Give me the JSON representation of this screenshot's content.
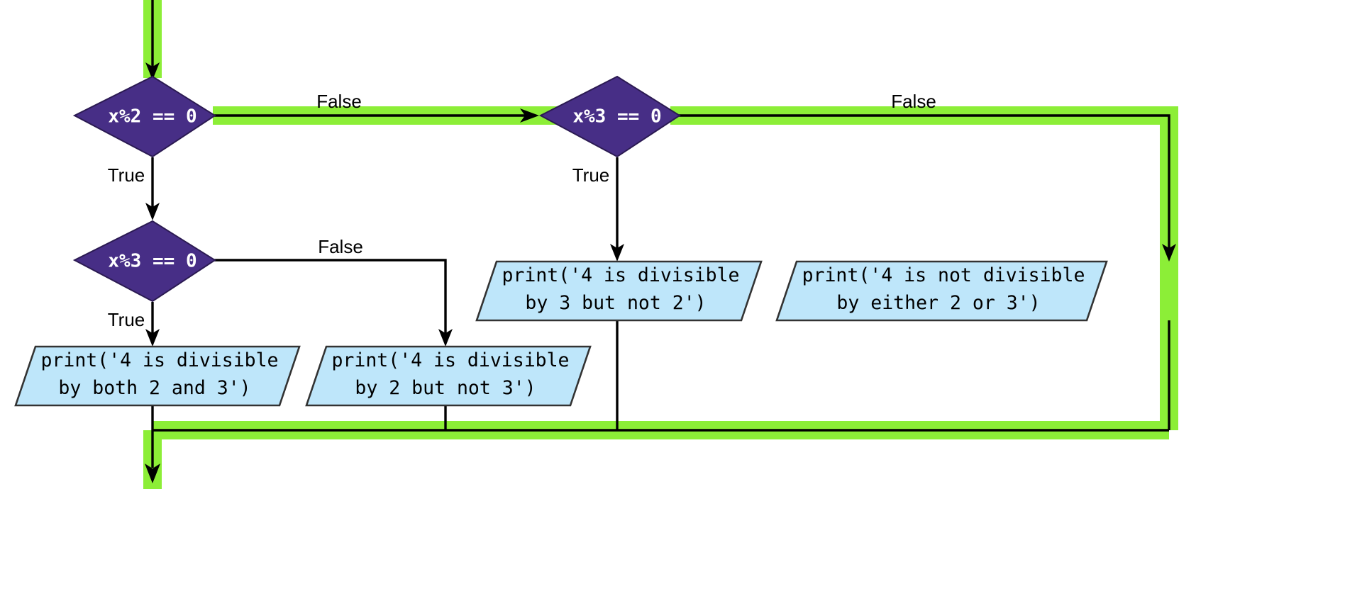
{
  "diagram": {
    "title": "Python divisibility if-elif-else flowchart",
    "type": "flowchart",
    "colors": {
      "highlight_path": "#8CEE37",
      "decision_fill": "#472E86",
      "decision_text": "#FFFFFF",
      "io_fill": "#BEE6FA",
      "io_stroke": "#333333",
      "edge": "#000000",
      "background": "#FFFFFF"
    },
    "nodes": {
      "decision_1": {
        "label": "x%2 == 0",
        "shape": "diamond",
        "highlighted": true
      },
      "decision_2": {
        "label": "x%3 == 0",
        "shape": "diamond",
        "highlighted": true
      },
      "decision_3": {
        "label": "x%3 == 0",
        "shape": "diamond",
        "highlighted": false
      },
      "io_both": {
        "shape": "parallelogram",
        "line1": "print('4 is divisible",
        "line2": "by both 2 and 3')",
        "highlighted": false
      },
      "io_two_only": {
        "shape": "parallelogram",
        "line1": "print('4 is divisible",
        "line2": "by 2 but not 3')",
        "highlighted": false
      },
      "io_three_only": {
        "shape": "parallelogram",
        "line1": "print('4 is divisible",
        "line2": "by 3 but not 2')",
        "highlighted": false
      },
      "io_neither": {
        "shape": "parallelogram",
        "line1": "print('4 is not divisible",
        "line2": "by either 2 or 3')",
        "highlighted": true
      }
    },
    "edge_labels": {
      "d1_false": "False",
      "d1_true": "True",
      "d2_false": "False",
      "d2_true": "True",
      "d3_false": "False",
      "d3_true": "True"
    }
  }
}
